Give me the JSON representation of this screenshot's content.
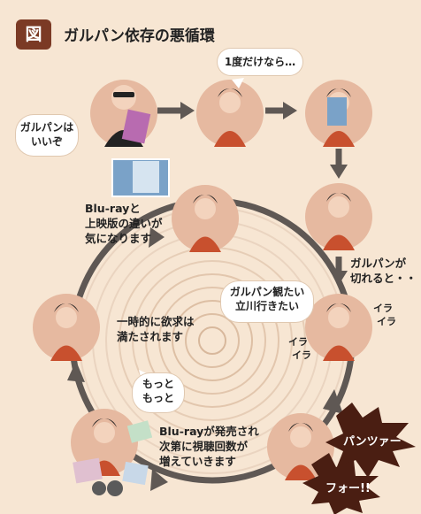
{
  "header": {
    "badge": "図",
    "title": "ガルパン依存の悪循環"
  },
  "captions": {
    "friend": [
      "ガルパンは",
      "いいぞ"
    ],
    "once": "1度だけなら…",
    "bluray_diff": [
      "Blu-rayと",
      "上映版の違いが",
      "気になります"
    ],
    "ran_out": [
      "ガルパンが",
      "切れると・・"
    ],
    "want_watch": [
      "ガルパン観たい",
      "立川行きたい"
    ],
    "ira1": [
      "イラ",
      "イラ"
    ],
    "ira2": [
      "イラ",
      "イラ"
    ],
    "satisfied": [
      "一時的に欲求は",
      "満たされます"
    ],
    "more": [
      "もっと",
      "もっと"
    ],
    "release": [
      "Blu-rayが発売され",
      "次第に視聴回数が",
      "増えていきます"
    ],
    "panzer1": "パンツァー",
    "panzer2": "フォー!!"
  },
  "colors": {
    "background": "#f7e6d3",
    "face_circle": "#e6b9a0",
    "ring": "#5f5854",
    "shirt": "#c8502e",
    "badge": "#7b3a25",
    "burst": "#4a1e12"
  }
}
